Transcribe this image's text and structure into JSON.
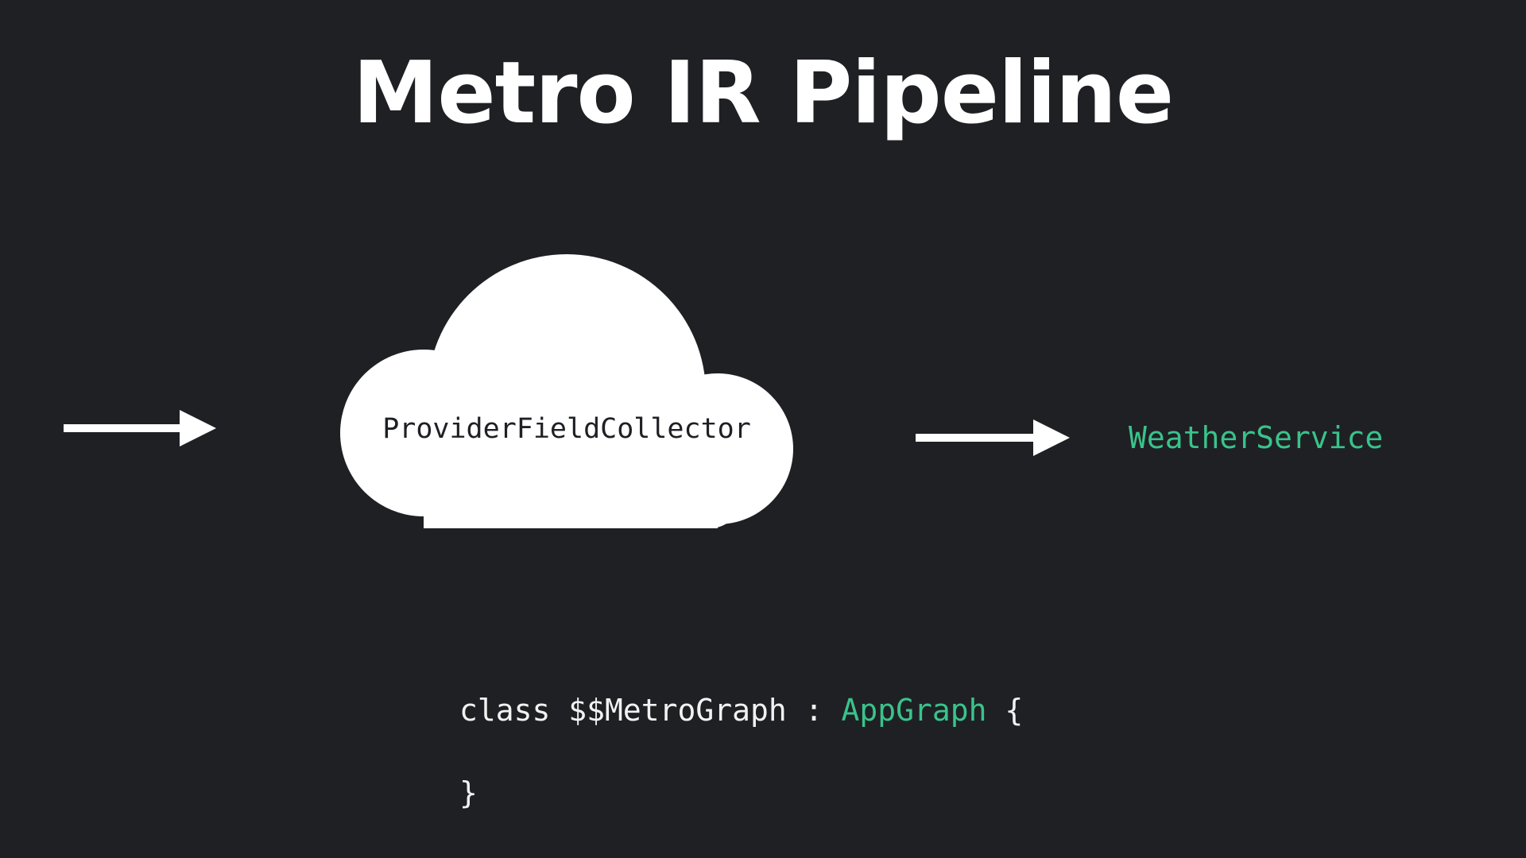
{
  "slide": {
    "title": "Metro IR Pipeline"
  },
  "diagram": {
    "cloud_label": "ProviderFieldCollector",
    "output_label": "WeatherService"
  },
  "code": {
    "line1_prefix": "class $$MetroGraph : ",
    "line1_type": "AppGraph",
    "line1_suffix": " {",
    "line2": "}"
  },
  "colors": {
    "background": "#1f2024",
    "foreground": "#ffffff",
    "accent": "#39c38b"
  },
  "icons": {
    "cloud": "cloud-icon",
    "arrows": "arrow-right-icon"
  }
}
